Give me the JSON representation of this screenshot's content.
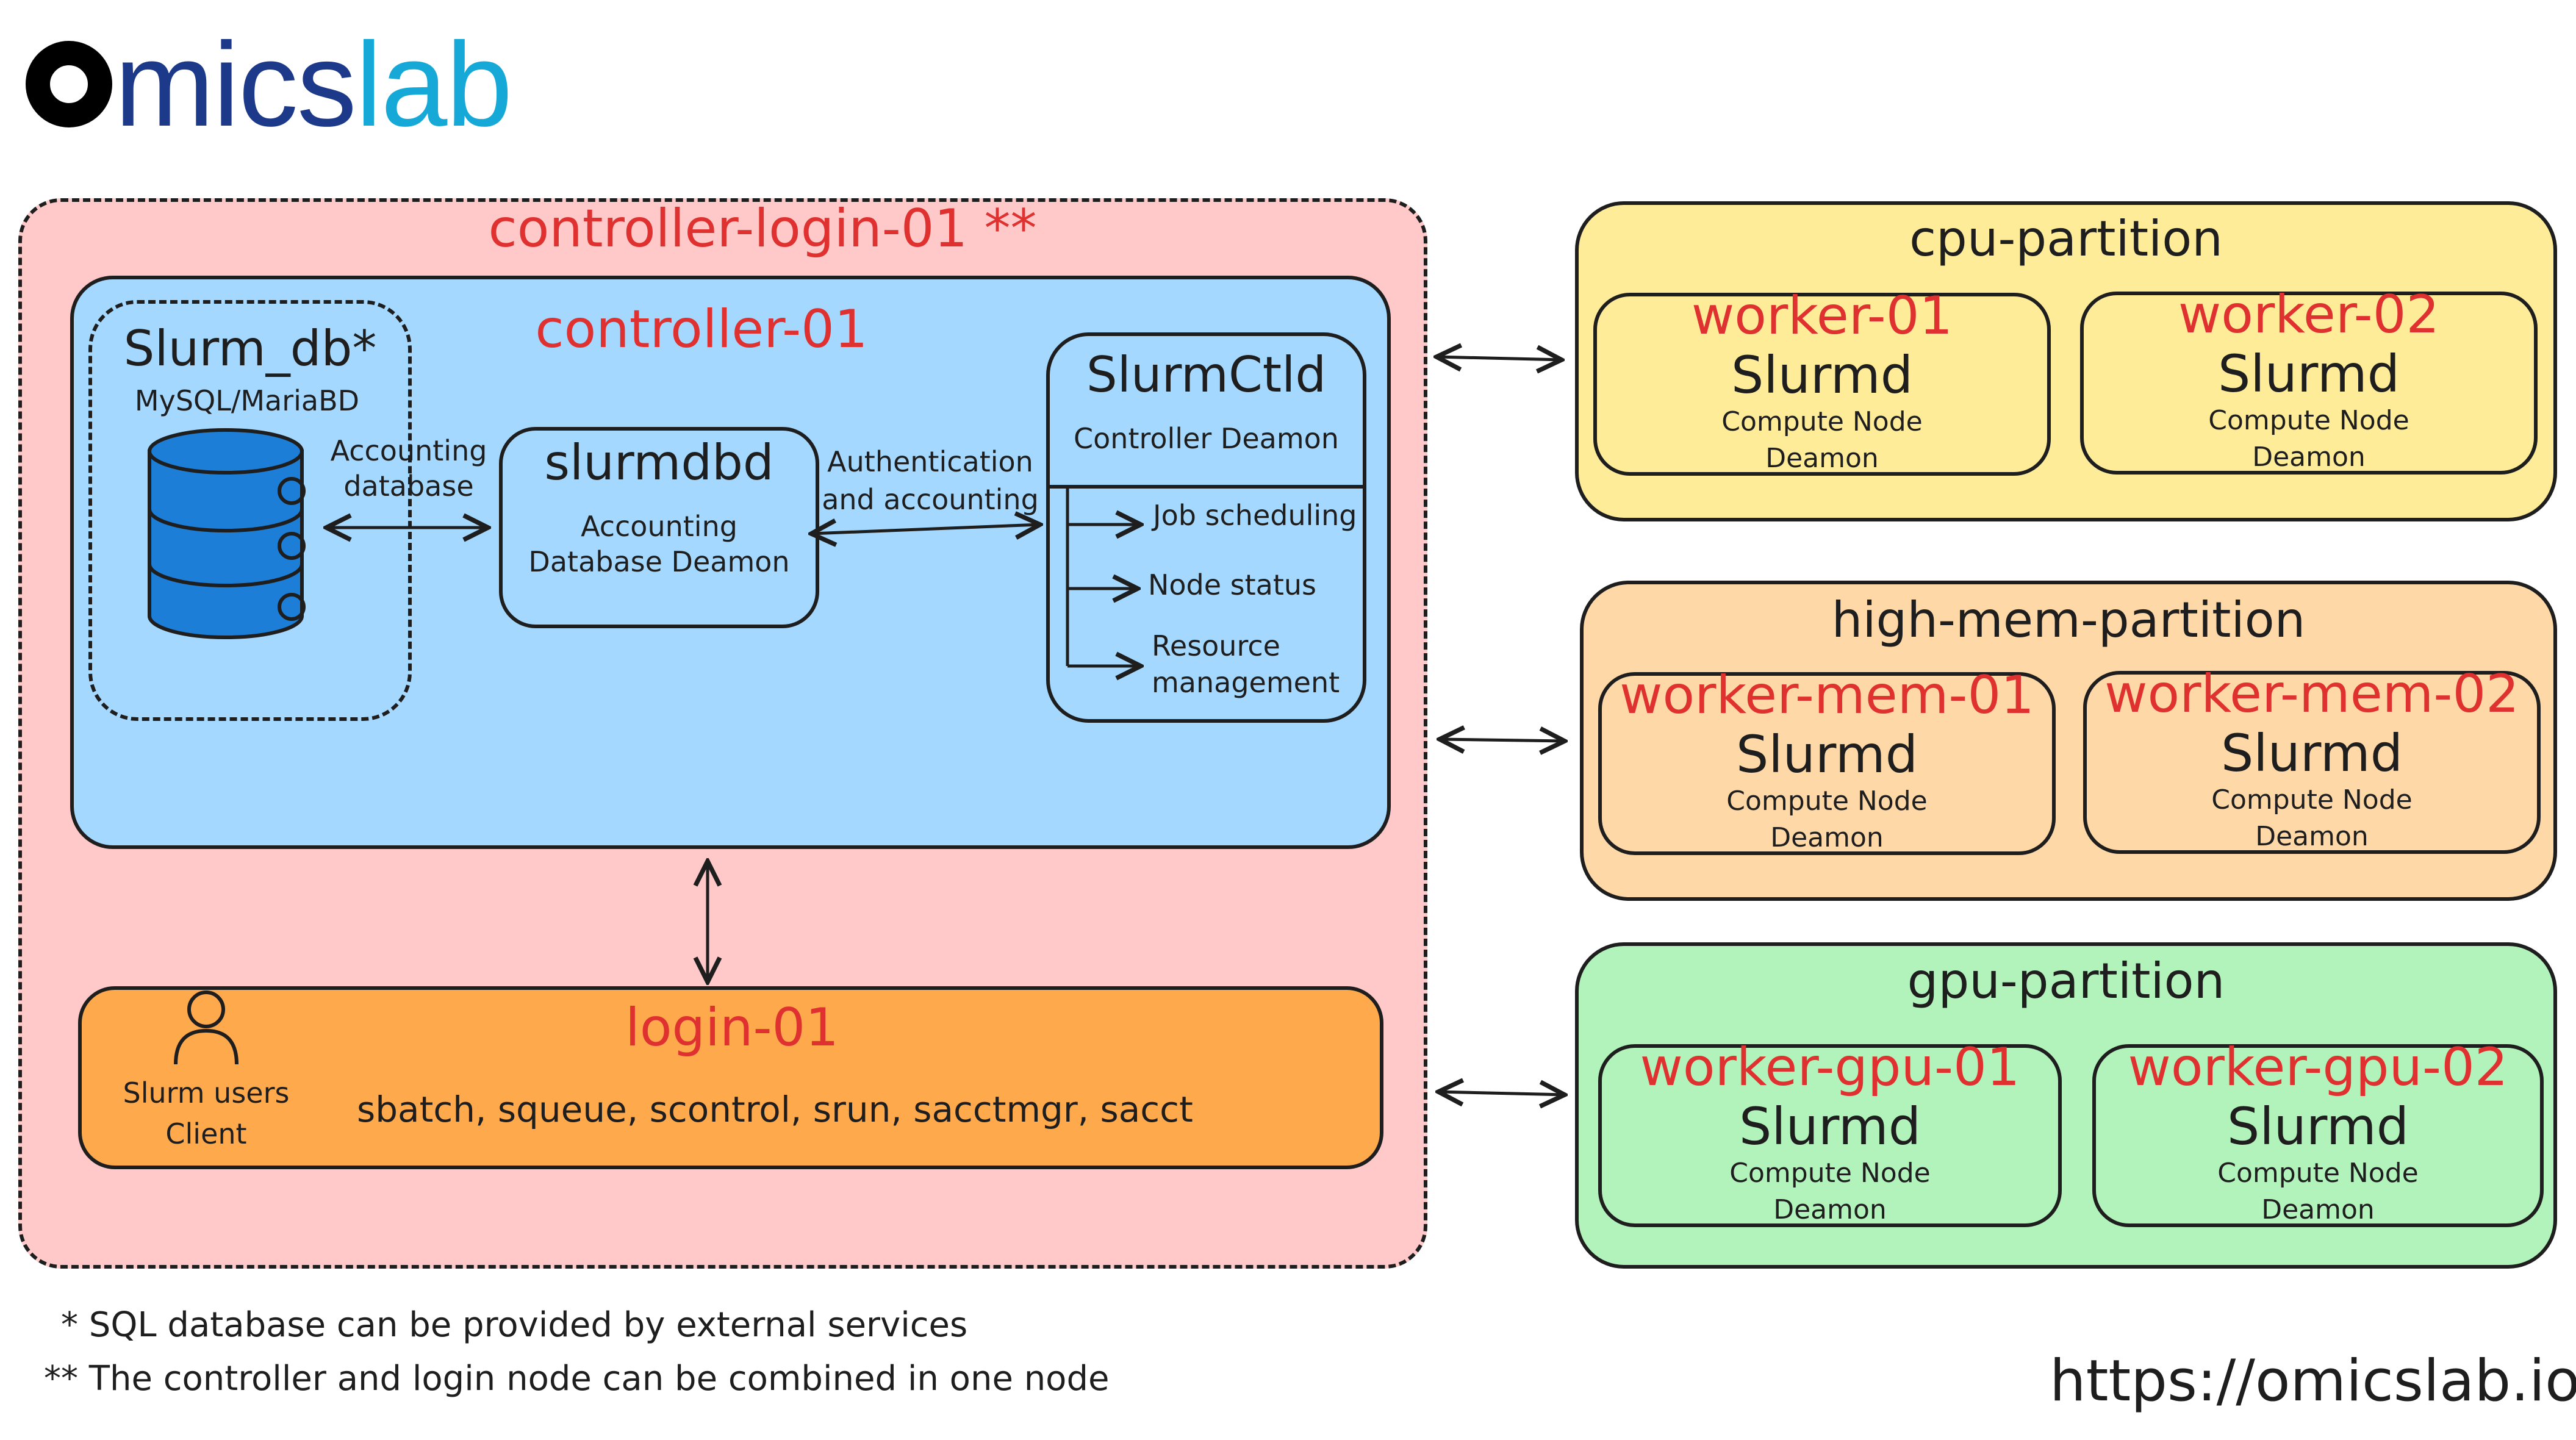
{
  "logo": {
    "part1": "micslab",
    "part1a": "mics",
    "part1b": "lab"
  },
  "outer": {
    "title": "controller-login-01 **"
  },
  "controller": {
    "title": "controller-01",
    "slurm_db": {
      "title": "Slurm_db*",
      "subtitle": "MySQL/MariaBD"
    },
    "db_link": {
      "line1": "Accounting",
      "line2": "database"
    },
    "slurmdbd": {
      "title": "slurmdbd",
      "line1": "Accounting",
      "line2": "Database Deamon"
    },
    "auth_link": {
      "line1": "Authentication",
      "line2": "and accounting"
    },
    "slurmctld": {
      "title": "SlurmCtld",
      "subtitle": "Controller Deamon",
      "items": [
        {
          "label": "Job scheduling"
        },
        {
          "label": "Node status"
        },
        {
          "label": "Resource",
          "label2": "management"
        }
      ]
    }
  },
  "login": {
    "title": "login-01",
    "user_line1": "Slurm users",
    "user_line2": "Client",
    "commands": "sbatch, squeue, scontrol, srun, sacctmgr, sacct"
  },
  "partitions": [
    {
      "name": "cpu-partition",
      "color": "#ffec99",
      "workers": [
        {
          "name": "worker-01",
          "daemon": "Slurmd",
          "line1": "Compute Node",
          "line2": "Deamon"
        },
        {
          "name": "worker-02",
          "daemon": "Slurmd",
          "line1": "Compute Node",
          "line2": "Deamon"
        }
      ]
    },
    {
      "name": "high-mem-partition",
      "color": "#ffd8a8",
      "workers": [
        {
          "name": "worker-mem-01",
          "daemon": "Slurmd",
          "line1": "Compute Node",
          "line2": "Deamon"
        },
        {
          "name": "worker-mem-02",
          "daemon": "Slurmd",
          "line1": "Compute Node",
          "line2": "Deamon"
        }
      ]
    },
    {
      "name": "gpu-partition",
      "color": "#b2f2bb",
      "workers": [
        {
          "name": "worker-gpu-01",
          "daemon": "Slurmd",
          "line1": "Compute Node",
          "line2": "Deamon"
        },
        {
          "name": "worker-gpu-02",
          "daemon": "Slurmd",
          "line1": "Compute Node",
          "line2": "Deamon"
        }
      ]
    }
  ],
  "footnotes": [
    "* SQL database can be provided by external services",
    "** The controller and login node can be combined in one node"
  ],
  "url": "https://omicslab.io",
  "colors": {
    "outer_bg": "#ffc9c9",
    "controller_bg": "#a5d8ff",
    "login_bg": "#ffa94d",
    "title_red": "#e03131",
    "db_blue": "#1c7ed6"
  }
}
